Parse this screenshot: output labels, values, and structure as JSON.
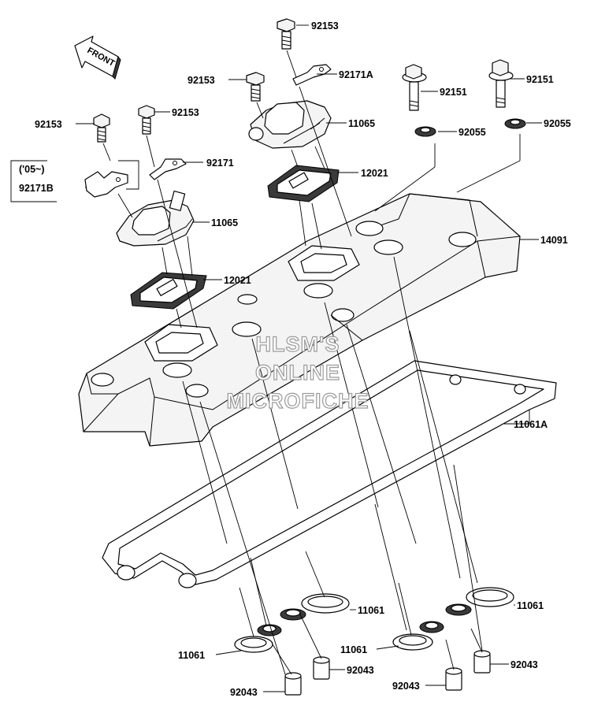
{
  "labels": {
    "bolt_92153_top": "92153",
    "bolt_92153_mid": "92153",
    "bolt_92153_left_a": "92153",
    "bolt_92153_left_b": "92153",
    "bracket_92171A": "92171A",
    "bracket_92171": "92171",
    "bracket_92171B": "92171B",
    "variant_note": "('05~)",
    "cover_11065_upper": "11065",
    "cover_11065_lower": "11065",
    "plate_12021_upper": "12021",
    "plate_12021_lower": "12021",
    "bolt_92151_a": "92151",
    "bolt_92151_b": "92151",
    "washer_92055_a": "92055",
    "washer_92055_b": "92055",
    "head_cover_14091": "14091",
    "gasket_11061A": "11061A",
    "gasket_11061_a": "11061",
    "gasket_11061_b": "11061",
    "gasket_11061_c": "11061",
    "gasket_11061_d": "11061",
    "dowel_92043_a": "92043",
    "dowel_92043_b": "92043",
    "dowel_92043_c": "92043",
    "dowel_92043_d": "92043"
  },
  "front_arrow": {
    "text": "FRONT"
  },
  "watermark": {
    "line1": "HLSM'S",
    "line2": "ONLINE",
    "line3": "MICROFICHE"
  }
}
